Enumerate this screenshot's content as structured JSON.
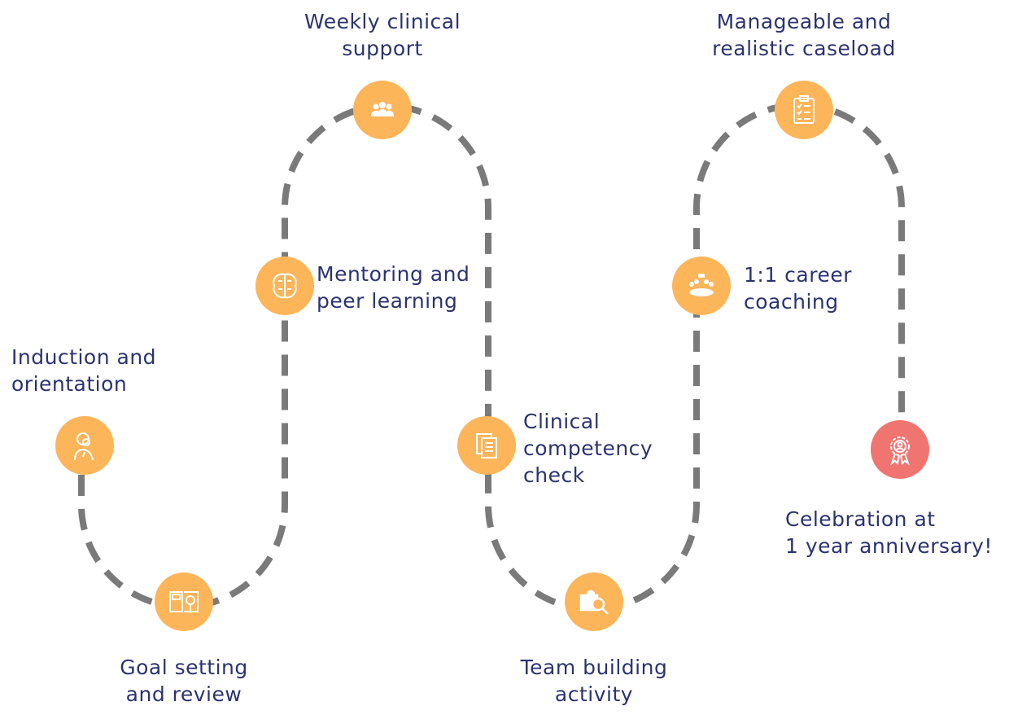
{
  "colors": {
    "node": "#FDB55A",
    "final_node": "#F07470",
    "path": "#7A7A7A",
    "text": "#2B3370"
  },
  "steps": [
    {
      "label": "Induction and\norientation",
      "icon": "person-magnifier-icon"
    },
    {
      "label": "Goal setting\nand review",
      "icon": "book-magnifier-icon"
    },
    {
      "label": "Mentoring and\npeer learning",
      "icon": "brain-icon"
    },
    {
      "label": "Weekly clinical\nsupport",
      "icon": "group-icon"
    },
    {
      "label": "Clinical\ncompetency\ncheck",
      "icon": "documents-icon"
    },
    {
      "label": "Team building\nactivity",
      "icon": "puzzle-magnifier-icon"
    },
    {
      "label": "1:1 career\ncoaching",
      "icon": "meeting-table-icon"
    },
    {
      "label": "Manageable and\nrealistic caseload",
      "icon": "clipboard-checklist-icon"
    },
    {
      "label": "Celebration at\n1 year anniversary!",
      "icon": "award-ribbon-icon"
    }
  ]
}
